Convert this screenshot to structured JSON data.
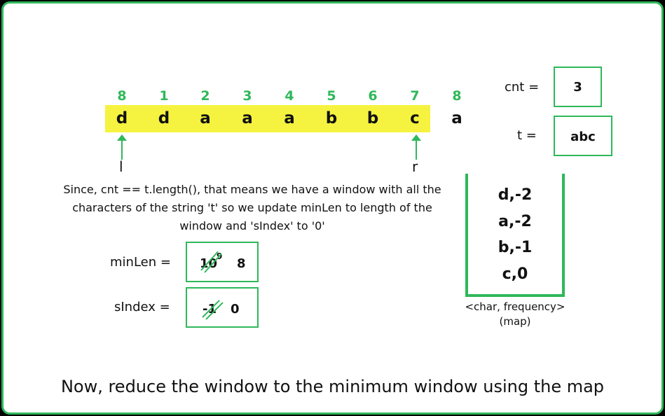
{
  "indices": [
    "8",
    "1",
    "2",
    "3",
    "4",
    "5",
    "6",
    "7",
    "8"
  ],
  "chars": [
    "d",
    "d",
    "a",
    "a",
    "a",
    "b",
    "b",
    "c",
    "a"
  ],
  "pointers": {
    "left": "l",
    "right": "r"
  },
  "cnt": {
    "label": "cnt =",
    "value": "3"
  },
  "t": {
    "label": "t =",
    "value": "abc"
  },
  "note": "Since, cnt == t.length(), that means we have a window with all the characters of the string 't' so we update minLen to length of the window and 'sIndex' to '0'",
  "minLen": {
    "label": "minLen =",
    "old_value": "10",
    "old_exponent": "9",
    "new_value": "8"
  },
  "sIndex": {
    "label": "sIndex =",
    "old_value": "-1",
    "new_value": "0"
  },
  "map": {
    "entries": [
      "d,-2",
      "a,-2",
      "b,-1",
      "c,0"
    ],
    "caption_line1": "<char, frequency>",
    "caption_line2": "(map)"
  },
  "footer": "Now, reduce the window to the minimum window using the map",
  "colors": {
    "accent_green": "#2fb85a",
    "highlight_yellow": "#f5f33f",
    "background": "#ffffff"
  }
}
